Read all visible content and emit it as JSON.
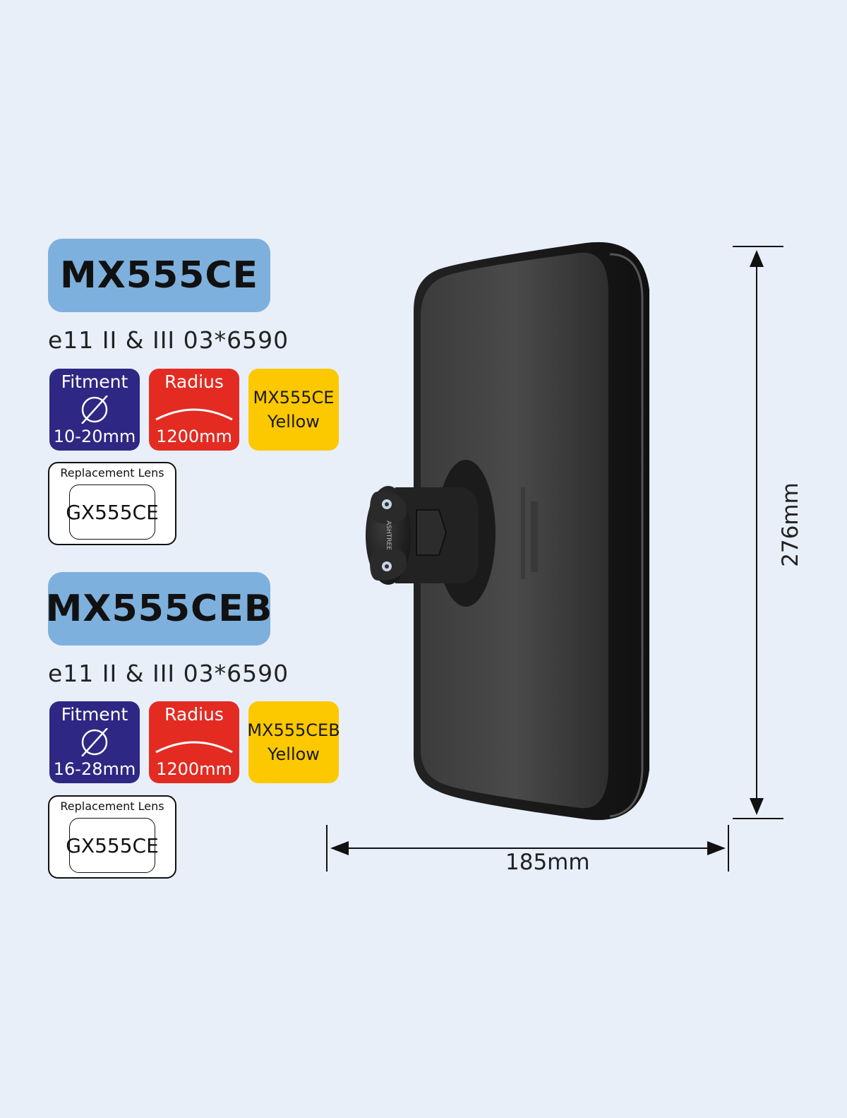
{
  "products": [
    {
      "model": "MX555CE",
      "approval": "e11 II & III 03*6590",
      "fitment": {
        "title": "Fitment",
        "value": "10-20mm",
        "icon": "diameter-icon"
      },
      "radius": {
        "title": "Radius",
        "value": "1200mm",
        "icon": "curve-icon"
      },
      "color_badge": {
        "line1": "MX555CE",
        "line2": "Yellow"
      },
      "replacement": {
        "label": "Replacement Lens",
        "code": "GX555CE"
      }
    },
    {
      "model": "MX555CEB",
      "approval": "e11 II & III 03*6590",
      "fitment": {
        "title": "Fitment",
        "value": "16-28mm",
        "icon": "diameter-icon"
      },
      "radius": {
        "title": "Radius",
        "value": "1200mm",
        "icon": "curve-icon"
      },
      "color_badge": {
        "line1": "MX555CEB",
        "line2": "Yellow"
      },
      "replacement": {
        "label": "Replacement Lens",
        "code": "GX555CE"
      }
    }
  ],
  "dimensions": {
    "height": "276mm",
    "width": "185mm"
  },
  "mirror": {
    "brand_text": "ASHTREE"
  },
  "colors": {
    "background": "#e8eff9",
    "model_tag": "#7eb0dd",
    "fitment_badge": "#2e2783",
    "radius_badge": "#e32b22",
    "color_badge": "#fcc800"
  }
}
